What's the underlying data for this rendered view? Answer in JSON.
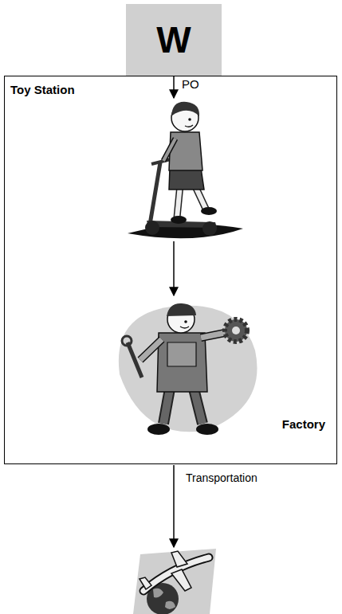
{
  "diagram": {
    "nodes": [
      {
        "text": [
          "W"
        ]
      },
      {
        "text": [
          "Toy Station"
        ]
      },
      {
        "text": [
          "Factory"
        ],
        "in": 1
      }
    ],
    "edges": [
      {
        "from": 0,
        "to": 1,
        "label": "PO",
        "arrow": "to"
      }
    ],
    "labels": [
      "Transportation"
    ]
  }
}
